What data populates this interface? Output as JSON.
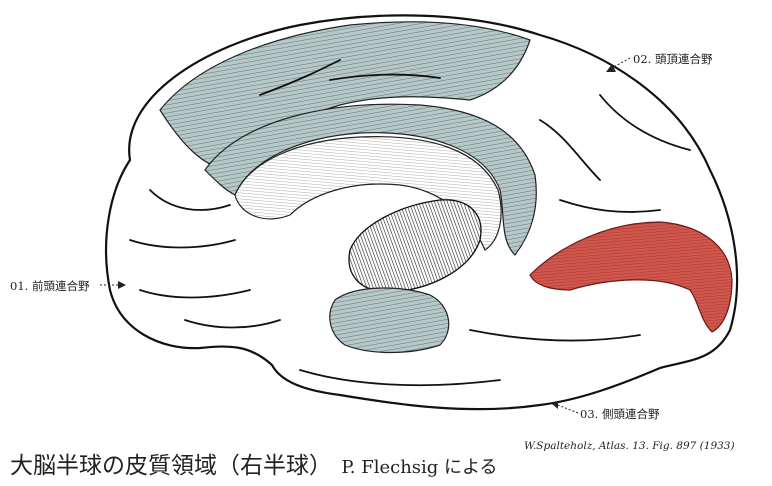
{
  "labels": {
    "frontal": "01. 前頭連合野",
    "parietal": "02. 頭頂連合野",
    "temporal": "03. 側頭連合野"
  },
  "caption": {
    "title": "大脳半球の皮質領域（右半球）",
    "author": "P. Flechsig による"
  },
  "source": "W.Spalteholz, Atlas. 13. Fig. 897 (1933)",
  "colors": {
    "primary_area": "#a9bdbd",
    "association_highlight": "#c94a42",
    "outline": "#111111"
  }
}
